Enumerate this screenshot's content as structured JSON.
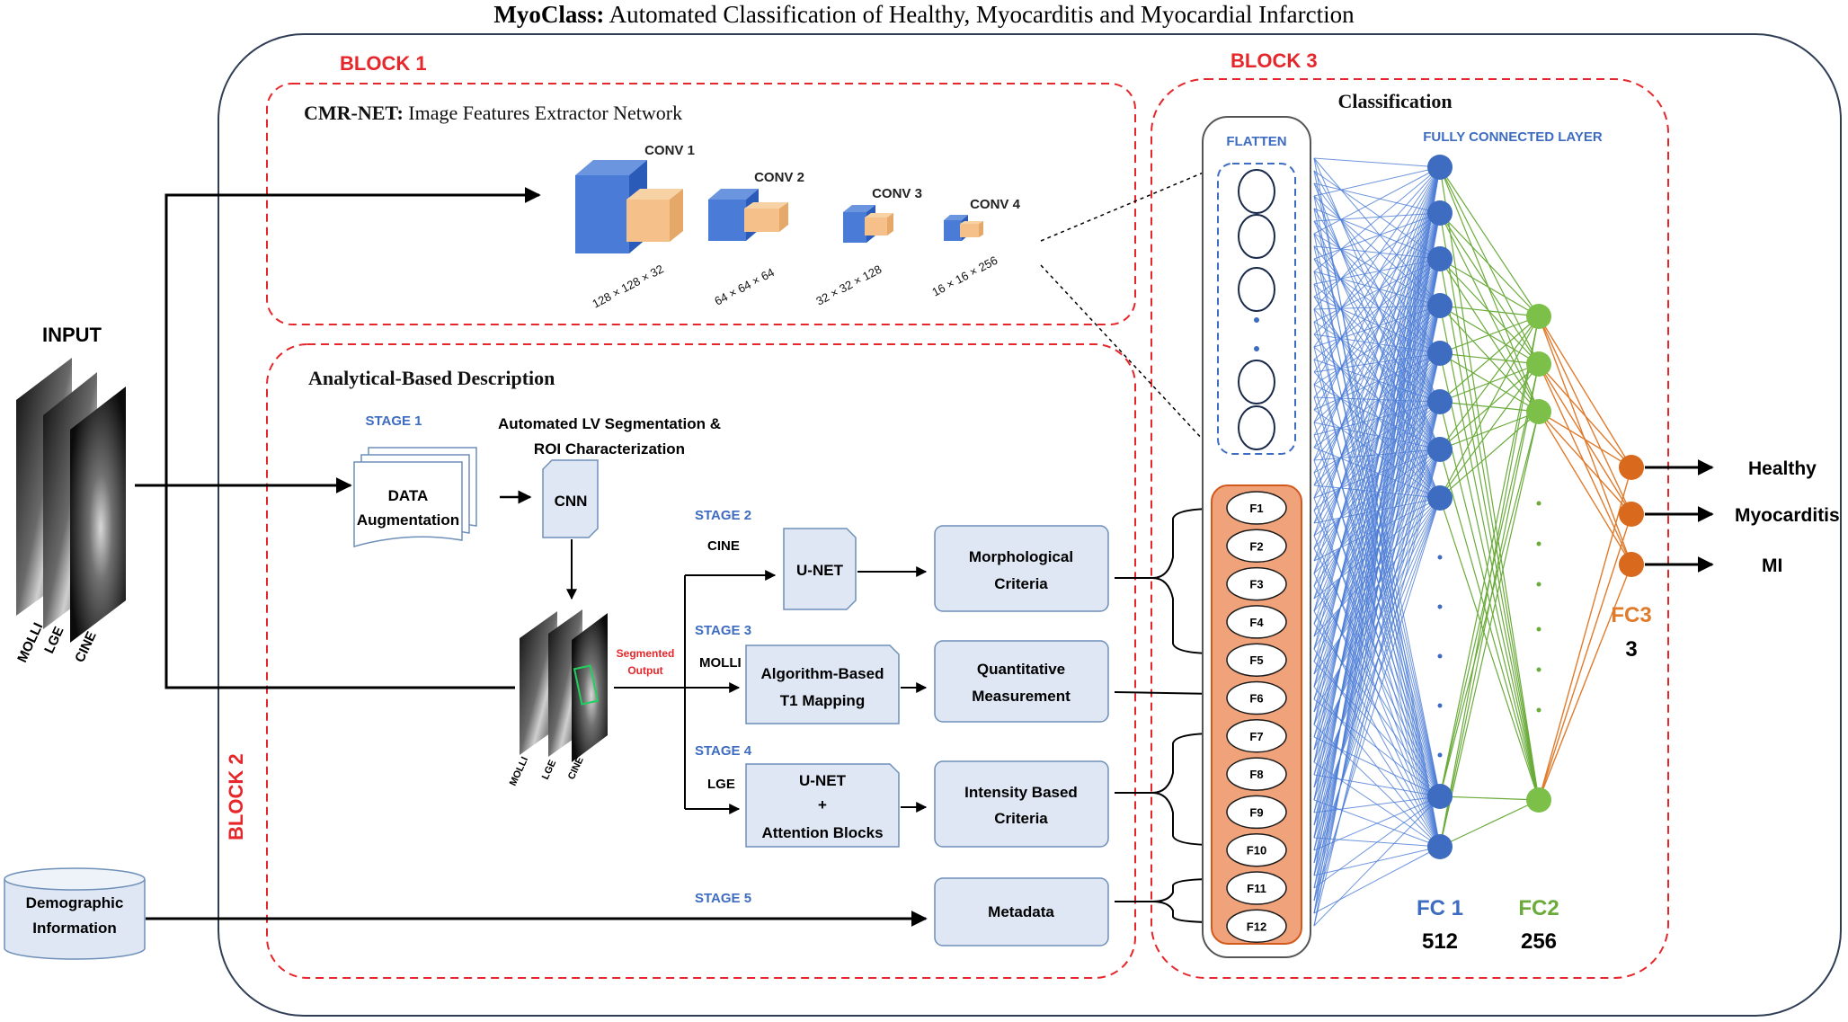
{
  "title": {
    "bold": "MyoClass:",
    "rest": " Automated Classification of Healthy, Myocarditis and Myocardial Infarction"
  },
  "blocks": {
    "b1": "BLOCK 1",
    "b2": "BLOCK 2",
    "b3": "BLOCK 3"
  },
  "cmrnet": {
    "bold": "CMR-NET:",
    "rest": " Image Features Extractor Network"
  },
  "analytical": "Analytical-Based Description",
  "classification": "Classification",
  "input": "INPUT",
  "input_labels": [
    "MOLLI",
    "LGE",
    "CINE"
  ],
  "conv": [
    {
      "name": "CONV 1",
      "dims": "128 × 128 × 32"
    },
    {
      "name": "CONV 2",
      "dims": "64 × 64 × 64"
    },
    {
      "name": "CONV 3",
      "dims": "32 × 32 × 128"
    },
    {
      "name": "CONV 4",
      "dims": "16 × 16 × 256"
    }
  ],
  "stage1": {
    "label": "STAGE 1",
    "title_line1": "Automated LV Segmentation &",
    "title_line2": "ROI Characterization",
    "aug1": "DATA",
    "aug2": "Augmentation",
    "cnn": "CNN"
  },
  "segmented": {
    "line1": "Segmented",
    "line2": "Output"
  },
  "stages": [
    {
      "label": "STAGE 2",
      "seq": "CINE",
      "method": [
        "U-NET"
      ],
      "result": [
        "Morphological",
        "Criteria"
      ]
    },
    {
      "label": "STAGE 3",
      "seq": "MOLLI",
      "method": [
        "Algorithm-Based",
        "T1 Mapping"
      ],
      "result": [
        "Quantitative",
        "Measurement"
      ]
    },
    {
      "label": "STAGE 4",
      "seq": "LGE",
      "method": [
        "U-NET",
        "+",
        "Attention Blocks"
      ],
      "result": [
        "Intensity Based",
        "Criteria"
      ]
    },
    {
      "label": "STAGE 5",
      "seq": "",
      "method": [],
      "result": [
        "Metadata"
      ]
    }
  ],
  "demographic": {
    "line1": "Demographic",
    "line2": "Information"
  },
  "flatten": "FLATTEN",
  "features": [
    "F1",
    "F2",
    "F3",
    "F4",
    "F5",
    "F6",
    "F7",
    "F8",
    "F9",
    "F10",
    "F11",
    "F12"
  ],
  "fc_title": "FULLY CONNECTED LAYER",
  "fc1": {
    "name": "FC 1",
    "size": "512"
  },
  "fc2": {
    "name": "FC2",
    "size": "256"
  },
  "fc3": {
    "name": "FC3",
    "size": "3"
  },
  "outputs": [
    "Healthy",
    "Myocarditis",
    "MI"
  ],
  "colors": {
    "red": "#e5262a",
    "blue": "#3d6cc0",
    "green": "#6aab3a",
    "orange": "#e07b2c",
    "box": "#dfe7f4",
    "feature_bg": "#f0a27a"
  }
}
